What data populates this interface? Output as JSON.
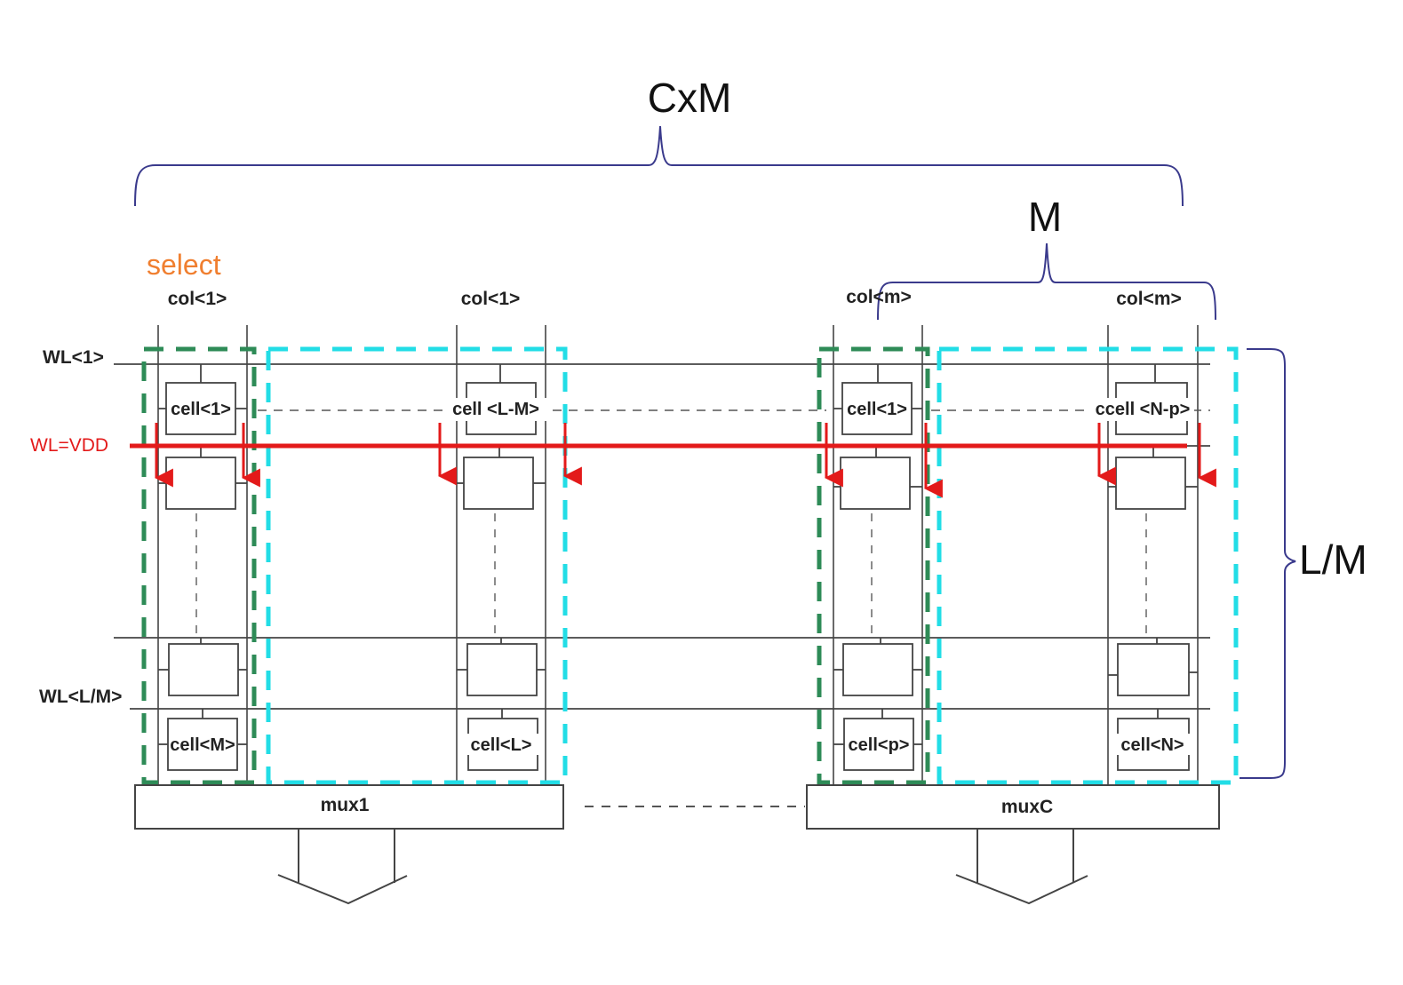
{
  "diagram": {
    "title": "Memory array column-multiplexed read organization",
    "brackets": {
      "total_width": "CxM",
      "group_width": "M",
      "group_height": "L/M"
    },
    "select_label": "select",
    "columns": [
      {
        "id": "c1",
        "label": "col<1>",
        "group": "select",
        "top_cell": "cell<1>",
        "bottom_cell": "cell<M>"
      },
      {
        "id": "c2",
        "label": "col<1>",
        "group": "other",
        "top_cell": "cell <L-M>",
        "bottom_cell": "cell<L>"
      },
      {
        "id": "c3",
        "label": "col<m>",
        "group": "select",
        "top_cell": "cell<1>",
        "bottom_cell": "cell<p>"
      },
      {
        "id": "c4",
        "label": "col<m>",
        "group": "other",
        "top_cell": "ccell <N-p>",
        "bottom_cell": "cell<N>"
      }
    ],
    "wordlines": {
      "first": "WL<1>",
      "last": "WL<L/M>",
      "active": "WL=VDD"
    },
    "muxes": [
      "mux1",
      "muxC"
    ],
    "colors": {
      "select_group": "#2e8b57",
      "other_group": "#22dde6",
      "active_wordline": "#e31a1a",
      "select_text": "#f07f30",
      "bracket": "#3a3a8c",
      "wire": "#444444"
    }
  }
}
